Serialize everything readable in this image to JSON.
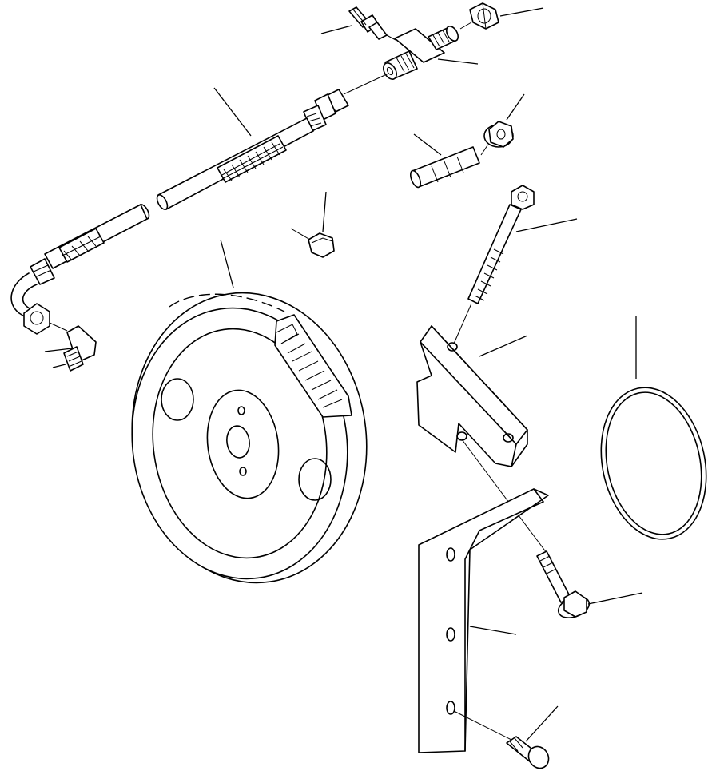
{
  "figure": {
    "parts": [
      {
        "id": "straight-fitting",
        "icon": "straight-fitting-icon"
      },
      {
        "id": "cap-nut",
        "icon": "hex-nut-icon"
      },
      {
        "id": "tee-fitting",
        "icon": "tee-fitting-icon"
      },
      {
        "id": "oil-hose",
        "icon": "braided-hose-icon"
      },
      {
        "id": "flange-nut",
        "icon": "flange-nut-icon"
      },
      {
        "id": "stud",
        "icon": "stud-icon"
      },
      {
        "id": "plug",
        "icon": "plug-icon"
      },
      {
        "id": "long-bolt",
        "icon": "long-bolt-icon"
      },
      {
        "id": "mounting-block",
        "icon": "mounting-block-icon"
      },
      {
        "id": "o-ring",
        "icon": "o-ring-icon"
      },
      {
        "id": "idler-gear",
        "icon": "gear-icon"
      },
      {
        "id": "elbow-fitting",
        "icon": "elbow-fitting-icon"
      },
      {
        "id": "flange-bolt",
        "icon": "flange-bolt-icon"
      },
      {
        "id": "support-bracket",
        "icon": "bracket-icon"
      },
      {
        "id": "button-head-bolt",
        "icon": "button-bolt-icon"
      }
    ]
  }
}
